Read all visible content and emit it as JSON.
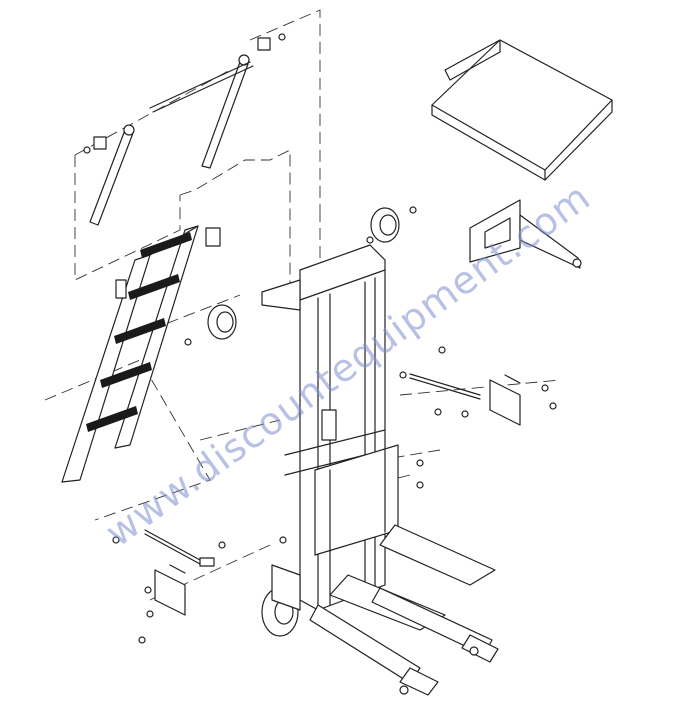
{
  "watermark": {
    "text": "www.discountequipment.com",
    "color": "#7f8fcf"
  },
  "drawing": {
    "line_color": "#222222",
    "background": "#ffffff",
    "parts": [
      "ladder-platform",
      "ladder-struts",
      "deck-plate",
      "side-bracket",
      "caster-wheel",
      "mast-frame",
      "carriage-forks",
      "outrigger-legs",
      "rear-wheel",
      "tie-rod",
      "mounting-bracket",
      "hardware-bolts"
    ]
  }
}
